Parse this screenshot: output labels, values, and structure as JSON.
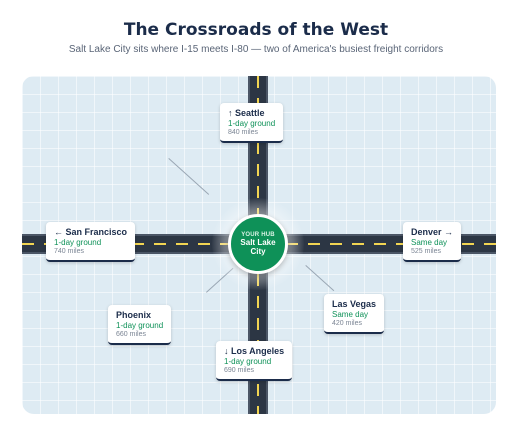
{
  "header": {
    "title": "The Crossroads of the West",
    "subtitle": "Salt Lake City sits where I-15 meets I-80 — two of America's busiest freight corridors"
  },
  "hub": {
    "tag": "YOUR HUB",
    "name": "Salt Lake City"
  },
  "destinations": {
    "seattle": {
      "city": "↑ Seattle",
      "speed": "1-day ground",
      "miles": "840 miles"
    },
    "san_francisco": {
      "city": "← San Francisco",
      "speed": "1-day ground",
      "miles": "740 miles"
    },
    "denver": {
      "city": "Denver →",
      "speed": "Same day",
      "miles": "525 miles"
    },
    "phoenix": {
      "city": "Phoenix",
      "speed": "1-day ground",
      "miles": "660 miles"
    },
    "las_vegas": {
      "city": "Las Vegas",
      "speed": "Same day",
      "miles": "420 miles"
    },
    "los_angeles": {
      "city": "↓ Los Angeles",
      "speed": "1-day ground",
      "miles": "690 miles"
    }
  },
  "colors": {
    "navy": "#1b2c4a",
    "green": "#0e9158",
    "road": "#2c3644",
    "lane": "#f1d452",
    "map_bg": "#deebf3"
  }
}
